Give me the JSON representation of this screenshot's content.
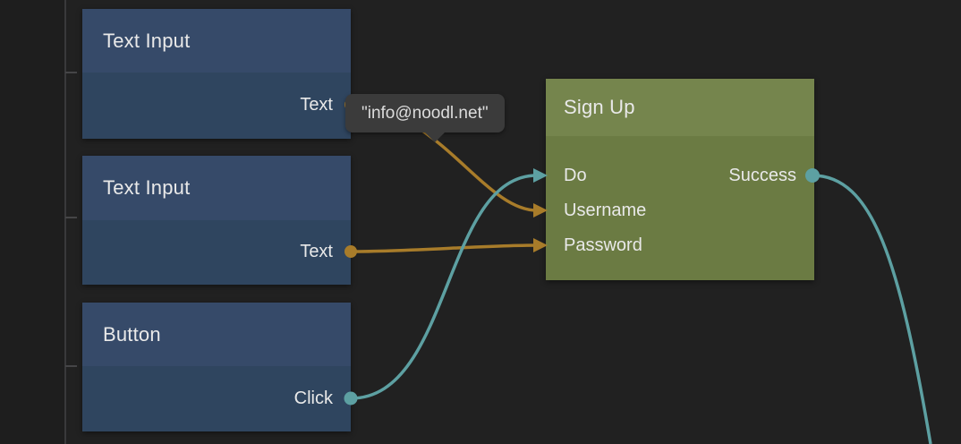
{
  "canvas": {
    "background_color": "#212121",
    "guide_line_color": "#39393b"
  },
  "colors": {
    "node_header_blue": "#364a69",
    "node_body_blue": "#2f455f",
    "node_header_green": "#75854d",
    "node_body_green": "#6b7b43",
    "wire_orange": "#a87c2a",
    "wire_teal": "#5da0a2",
    "node_text": "#e9e9e9",
    "tooltip_background": "#3b3b3b",
    "tooltip_text": "#dcdcdc"
  },
  "nodes": [
    {
      "title": "Text Input",
      "type": "blue",
      "ports": [
        {
          "label": "Text",
          "direction": "output",
          "wire_color": "#a87c2a"
        }
      ]
    },
    {
      "title": "Text Input",
      "type": "blue",
      "ports": [
        {
          "label": "Text",
          "direction": "output",
          "wire_color": "#a87c2a"
        }
      ]
    },
    {
      "title": "Button",
      "type": "blue",
      "ports": [
        {
          "label": "Click",
          "direction": "output",
          "wire_color": "#5da0a2"
        }
      ]
    },
    {
      "title": "Sign Up",
      "type": "green",
      "inputs": [
        {
          "label": "Do"
        },
        {
          "label": "Username"
        },
        {
          "label": "Password"
        }
      ],
      "outputs": [
        {
          "label": "Success"
        }
      ]
    }
  ],
  "tooltip": {
    "text": "\"info@noodl.net\""
  },
  "connections": [
    {
      "from": "Text Input (top) / Text",
      "to": "Sign Up / Username",
      "color": "#a87c2a"
    },
    {
      "from": "Text Input (middle) / Text",
      "to": "Sign Up / Password",
      "color": "#a87c2a"
    },
    {
      "from": "Button / Click",
      "to": "Sign Up / Do",
      "color": "#5da0a2"
    },
    {
      "from": "Sign Up / Success",
      "to": "off-screen bottom",
      "color": "#5da0a2"
    }
  ]
}
